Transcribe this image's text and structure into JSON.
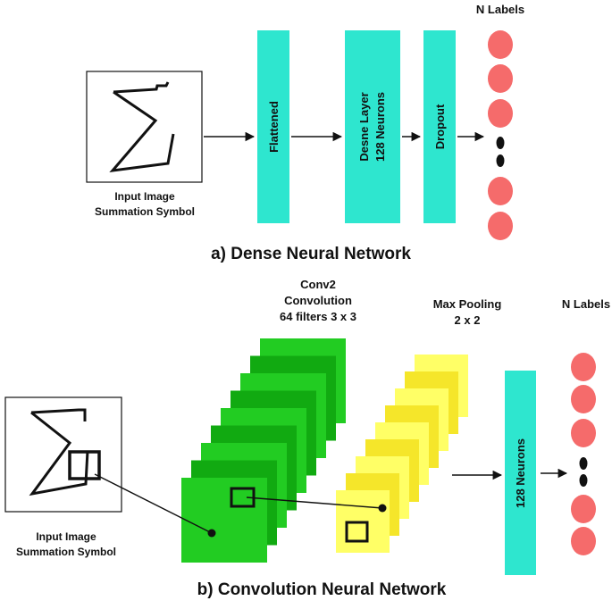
{
  "colors": {
    "teal": "#2ee6cf",
    "node": "#f56b6b",
    "green_light": "#22cc22",
    "green_dark": "#11aa11",
    "yellow_light": "#ffff66",
    "yellow_dark": "#f5e62a",
    "line": "#111111"
  },
  "dense": {
    "input_caption_line1": "Input Image",
    "input_caption_line2": "Summation Symbol",
    "flattened": "Flattened",
    "dense_line1": "Desne Layer",
    "dense_line2": "128 Neurons",
    "dropout": "Dropout",
    "labels": "N Labels",
    "title": "a) Dense Neural Network"
  },
  "cnn": {
    "conv_line1": "Conv2",
    "conv_line2": "Convolution",
    "conv_line3": "64 filters 3 x 3",
    "pool_line1": "Max Pooling",
    "pool_line2": "2 x 2",
    "neurons": "128 Neurons",
    "labels": "N Labels",
    "input_caption_line1": "Input Image",
    "input_caption_line2": "Summation Symbol",
    "title": "b) Convolution Neural Network"
  }
}
